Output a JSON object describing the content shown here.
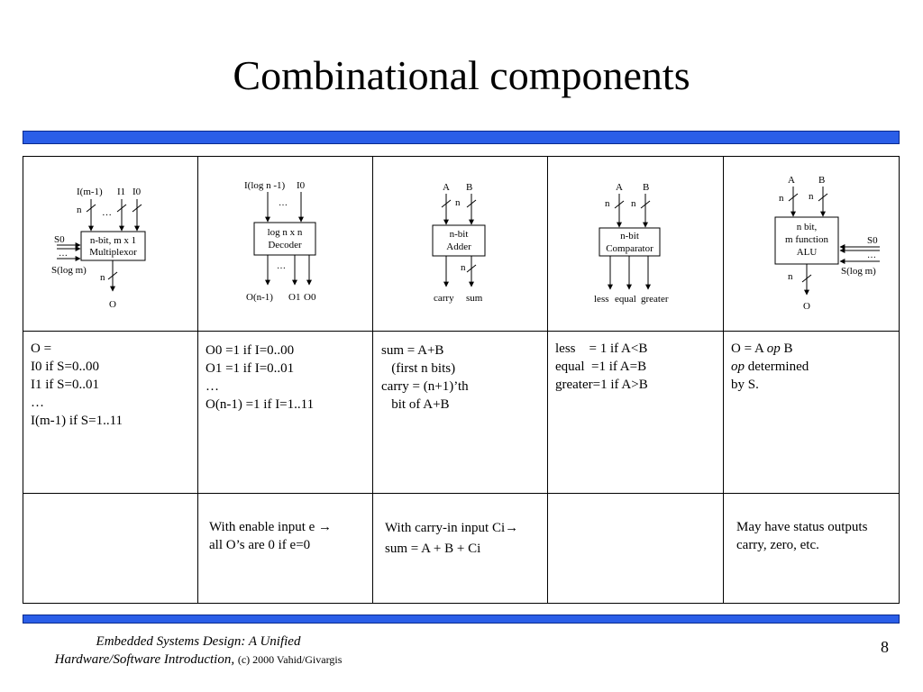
{
  "title": "Combinational components",
  "footer": {
    "line1": "Embedded Systems Design: A Unified",
    "line2": "Hardware/Software Introduction,",
    "copyright": "(c) 2000 Vahid/Givargis",
    "page": "8"
  },
  "components": [
    {
      "box_label": [
        "n-bit, m x 1",
        "Multiplexor"
      ],
      "inputs_label": [
        "I(m-1)",
        "I1",
        "I0"
      ],
      "bus": "n",
      "dots": "…",
      "select_top": "S0",
      "select_bottom": "S(log m)",
      "output": "O",
      "function_lines": [
        "O =",
        "I0 if S=0..00",
        "I1 if S=0..01",
        "…",
        "I(m-1) if S=1..11"
      ],
      "note_lines": []
    },
    {
      "box_label": [
        "log n x n",
        "Decoder"
      ],
      "input_label_left": "I(log n -1)",
      "input_label_right": "I0",
      "dots": "…",
      "outputs_label": [
        "O(n-1)",
        "O1",
        "O0"
      ],
      "function_lines": [
        "O0 =1 if I=0..00",
        "O1 =1 if I=0..01",
        "…",
        "O(n-1) =1 if I=1..11"
      ],
      "note_lines": [
        "With enable input e →",
        "all O’s are 0 if e=0"
      ]
    },
    {
      "box_label": [
        "n-bit",
        "Adder"
      ],
      "inputs": [
        "A",
        "B"
      ],
      "bus": "n",
      "outputs": [
        "carry",
        "sum"
      ],
      "function_lines": [
        "sum = A+B",
        "   (first n bits)",
        "carry = (n+1)’th",
        "   bit of A+B"
      ],
      "note_lines": [
        "With carry-in input Ci→",
        "sum = A + B + Ci"
      ]
    },
    {
      "box_label": [
        "n-bit",
        "Comparator"
      ],
      "inputs": [
        "A",
        "B"
      ],
      "bus": "n",
      "outputs": [
        "less",
        "equal",
        "greater"
      ],
      "function_lines": [
        "less    = 1 if A<B",
        "equal  =1 if A=B",
        "greater=1 if A>B"
      ],
      "note_lines": []
    },
    {
      "box_label": [
        "n bit,",
        "m function",
        "ALU"
      ],
      "inputs": [
        "A",
        "B"
      ],
      "bus": "n",
      "select_top": "S0",
      "select_bottom": "S(log m)",
      "dots": "…",
      "output": "O",
      "function_parts": {
        "p1": "O = A ",
        "op": "op",
        "p2": " B",
        "line2_op": "op",
        "line2_rest": " determined",
        "line3": "by S."
      },
      "note_lines": [
        "May have status outputs",
        "carry, zero, etc."
      ]
    }
  ]
}
